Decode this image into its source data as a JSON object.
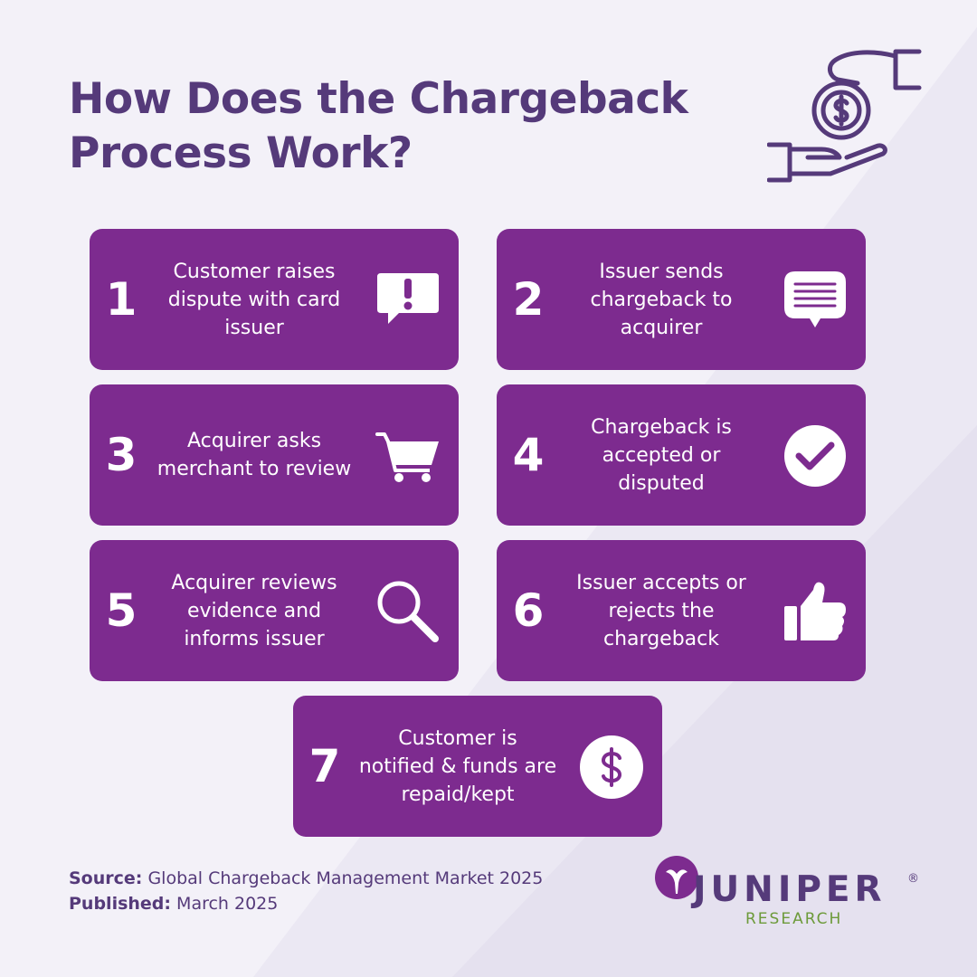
{
  "title": {
    "line1": "How Does the Chargeback",
    "line2": "Process Work?"
  },
  "steps": [
    {
      "number": "1",
      "text": "Customer raises dispute with card issuer",
      "icon": "alert-chat-icon"
    },
    {
      "number": "2",
      "text": "Issuer sends chargeback to acquirer",
      "icon": "message-icon"
    },
    {
      "number": "3",
      "text": "Acquirer asks merchant to review",
      "icon": "shopping-cart-icon"
    },
    {
      "number": "4",
      "text": "Chargeback is accepted or disputed",
      "icon": "check-circle-icon"
    },
    {
      "number": "5",
      "text": "Acquirer reviews evidence and informs issuer",
      "icon": "magnifier-icon"
    },
    {
      "number": "6",
      "text": "Issuer accepts or rejects the chargeback",
      "icon": "thumbs-up-icon"
    },
    {
      "number": "7",
      "text": "Customer is notified & funds are repaid/kept",
      "icon": "dollar-coin-icon"
    }
  ],
  "footer": {
    "source_label": "Source:",
    "source_value": "Global Chargeback Management Market 2025",
    "published_label": "Published:",
    "published_value": "March 2025"
  },
  "logo": {
    "word": "JUNIPER",
    "registered": "®",
    "sub": "RESEARCH"
  },
  "colors": {
    "card": "#7d2b8f",
    "title": "#553a7a",
    "background": "#f3f1f8",
    "logo_green": "#6d9a3a"
  },
  "hero_icon": "hand-giving-coin-icon"
}
